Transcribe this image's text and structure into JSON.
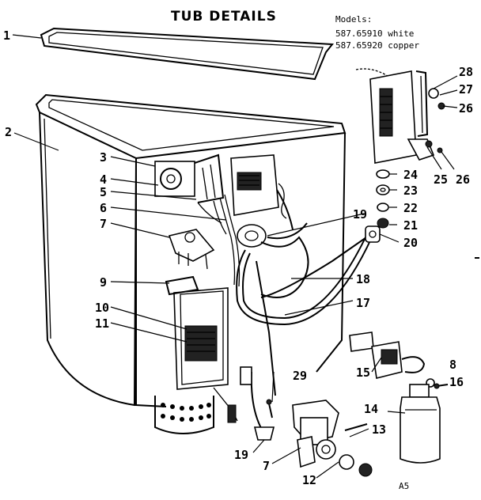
{
  "title": "TUB DETAILS",
  "models": {
    "heading": "Models:",
    "lines": [
      "587.65910 white",
      "587.65920 copper"
    ]
  },
  "corner_code": "A5",
  "callouts": [
    {
      "id": "c1",
      "label": "1"
    },
    {
      "id": "c2",
      "label": "2"
    },
    {
      "id": "c3",
      "label": "3"
    },
    {
      "id": "c4",
      "label": "4"
    },
    {
      "id": "c5",
      "label": "5"
    },
    {
      "id": "c6",
      "label": "6"
    },
    {
      "id": "c7a",
      "label": "7"
    },
    {
      "id": "c9",
      "label": "9"
    },
    {
      "id": "c10",
      "label": "10"
    },
    {
      "id": "c11",
      "label": "11"
    },
    {
      "id": "c19a",
      "label": "19"
    },
    {
      "id": "c7b",
      "label": "7"
    },
    {
      "id": "c12",
      "label": "12"
    },
    {
      "id": "c13",
      "label": "13"
    },
    {
      "id": "c14",
      "label": "14"
    },
    {
      "id": "c15",
      "label": "15"
    },
    {
      "id": "c8",
      "label": "8"
    },
    {
      "id": "c16",
      "label": "16"
    },
    {
      "id": "c29",
      "label": "29"
    },
    {
      "id": "c17",
      "label": "17"
    },
    {
      "id": "c18",
      "label": "18"
    },
    {
      "id": "c19b",
      "label": "19"
    },
    {
      "id": "c20",
      "label": "20"
    },
    {
      "id": "c21",
      "label": "21"
    },
    {
      "id": "c22",
      "label": "22"
    },
    {
      "id": "c23",
      "label": "23"
    },
    {
      "id": "c24",
      "label": "24"
    },
    {
      "id": "c25",
      "label": "25"
    },
    {
      "id": "c26a",
      "label": "26"
    },
    {
      "id": "c26b",
      "label": "26"
    },
    {
      "id": "c27",
      "label": "27"
    },
    {
      "id": "c28",
      "label": "28"
    }
  ]
}
